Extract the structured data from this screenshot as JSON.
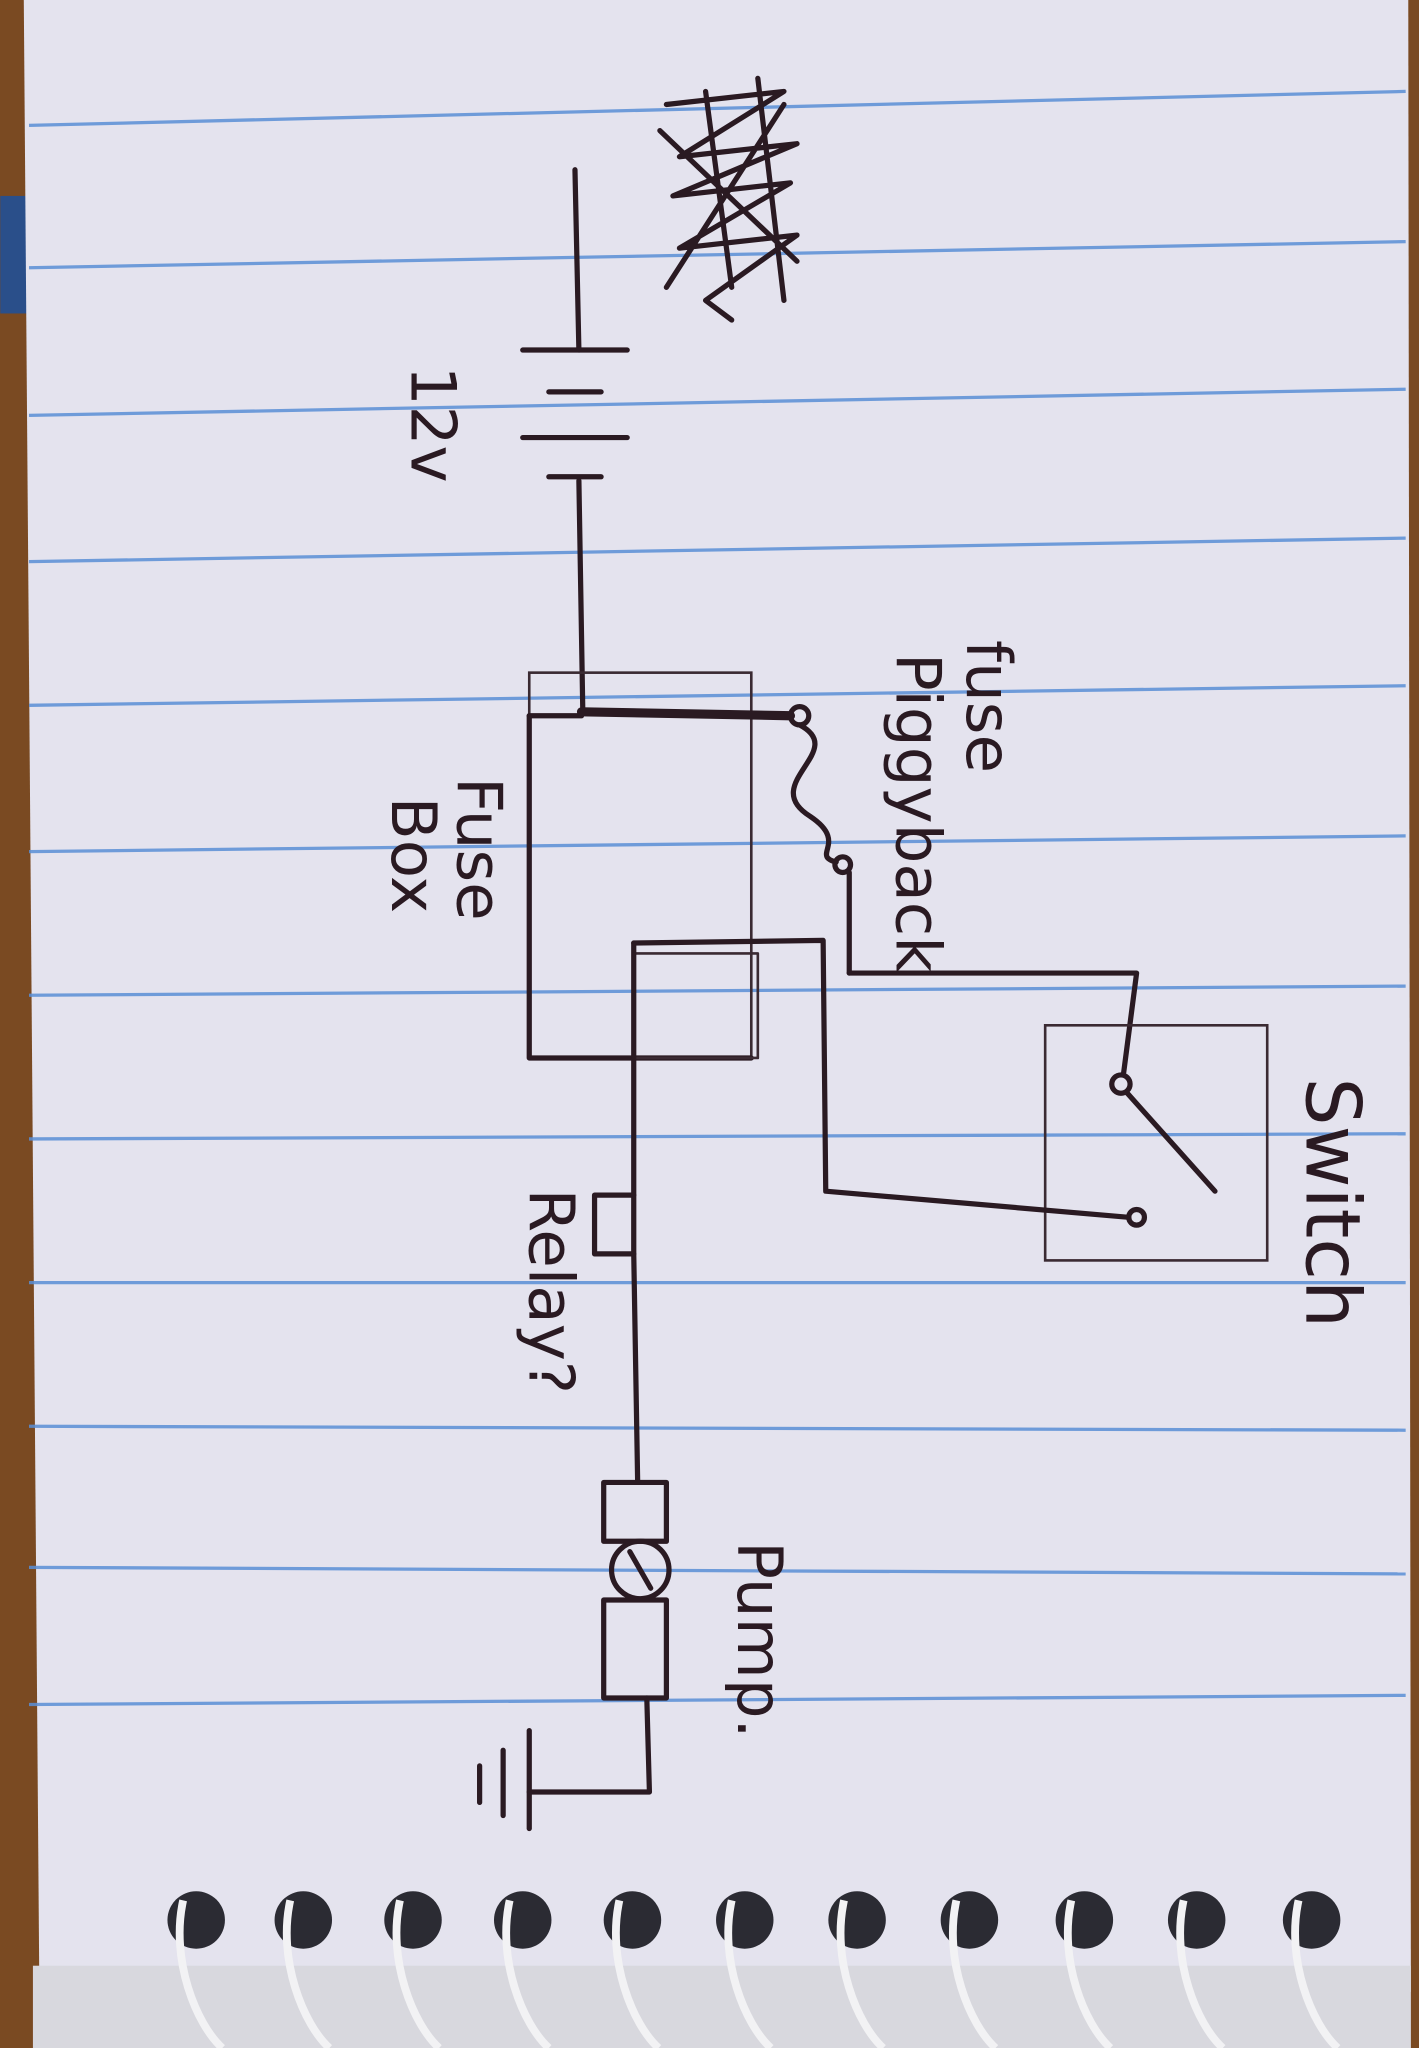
{
  "diagram": {
    "labels": {
      "battery": "12v",
      "fuse_piggyback": [
        "fuse",
        "Piggyback"
      ],
      "fuse_box": [
        "Fuse",
        "Box"
      ],
      "switch": "Switch",
      "relay": "Relay?",
      "pump": "Pump."
    },
    "colors": {
      "paper": "#e4e3ee",
      "rule_lines": "#5a8fd6",
      "ink": "#2a1a22",
      "table": "#7a4a22"
    }
  }
}
